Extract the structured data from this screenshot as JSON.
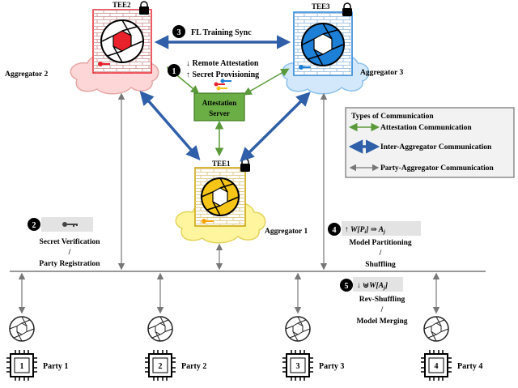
{
  "tees": {
    "tee2": {
      "label": "TEE2",
      "aggregator": "Aggregator 2",
      "color": "#e8212b"
    },
    "tee3": {
      "label": "TEE3",
      "aggregator": "Aggregator 3",
      "color": "#1e7fd6"
    },
    "tee1": {
      "label": "TEE1",
      "aggregator": "Aggregator 1",
      "color": "#f5c518"
    }
  },
  "attestation_server": {
    "line1": "Attestation",
    "line2": "Server",
    "color": "#6aae45"
  },
  "steps": {
    "s1": {
      "num": "1",
      "line1": "↓ Remote Attestation",
      "line2": "↑ Secret Provisioning"
    },
    "s2": {
      "num": "2",
      "line1": "Secret Verification",
      "line2": "/",
      "line3": "Party Registration"
    },
    "s3": {
      "num": "3",
      "text": "FL Training Sync"
    },
    "s4": {
      "num": "4",
      "formula_pre": "↑ W[P",
      "formula_sub": "i",
      "formula_mid": "] ⇒ A",
      "formula_sub2": "j",
      "line1": "Model Partitioning",
      "line2": "/",
      "line3": "Shuffling"
    },
    "s5": {
      "num": "5",
      "formula": "↓ ⊎W[A",
      "formula_sub": "j",
      "formula_end": "]",
      "line1": "Rev-Shuffling",
      "line2": "/",
      "line3": "Model Merging"
    }
  },
  "legend": {
    "title": "Types of Communication",
    "items": [
      {
        "label": "Attestation Communication",
        "color": "#5a9a3a"
      },
      {
        "label": "Inter-Aggregator Communication",
        "color": "#2f5fa8"
      },
      {
        "label": "Party-Aggregator Communication",
        "color": "#777777"
      }
    ]
  },
  "parties": [
    {
      "num": "1",
      "label": "Party 1"
    },
    {
      "num": "2",
      "label": "Party 2"
    },
    {
      "num": "3",
      "label": "Party 3"
    },
    {
      "num": "4",
      "label": "Party 4"
    }
  ],
  "icons": {
    "lock": "lock-icon",
    "key": "key-icon",
    "shutter": "aperture-shutter-icon",
    "chip": "cpu-chip-icon"
  }
}
